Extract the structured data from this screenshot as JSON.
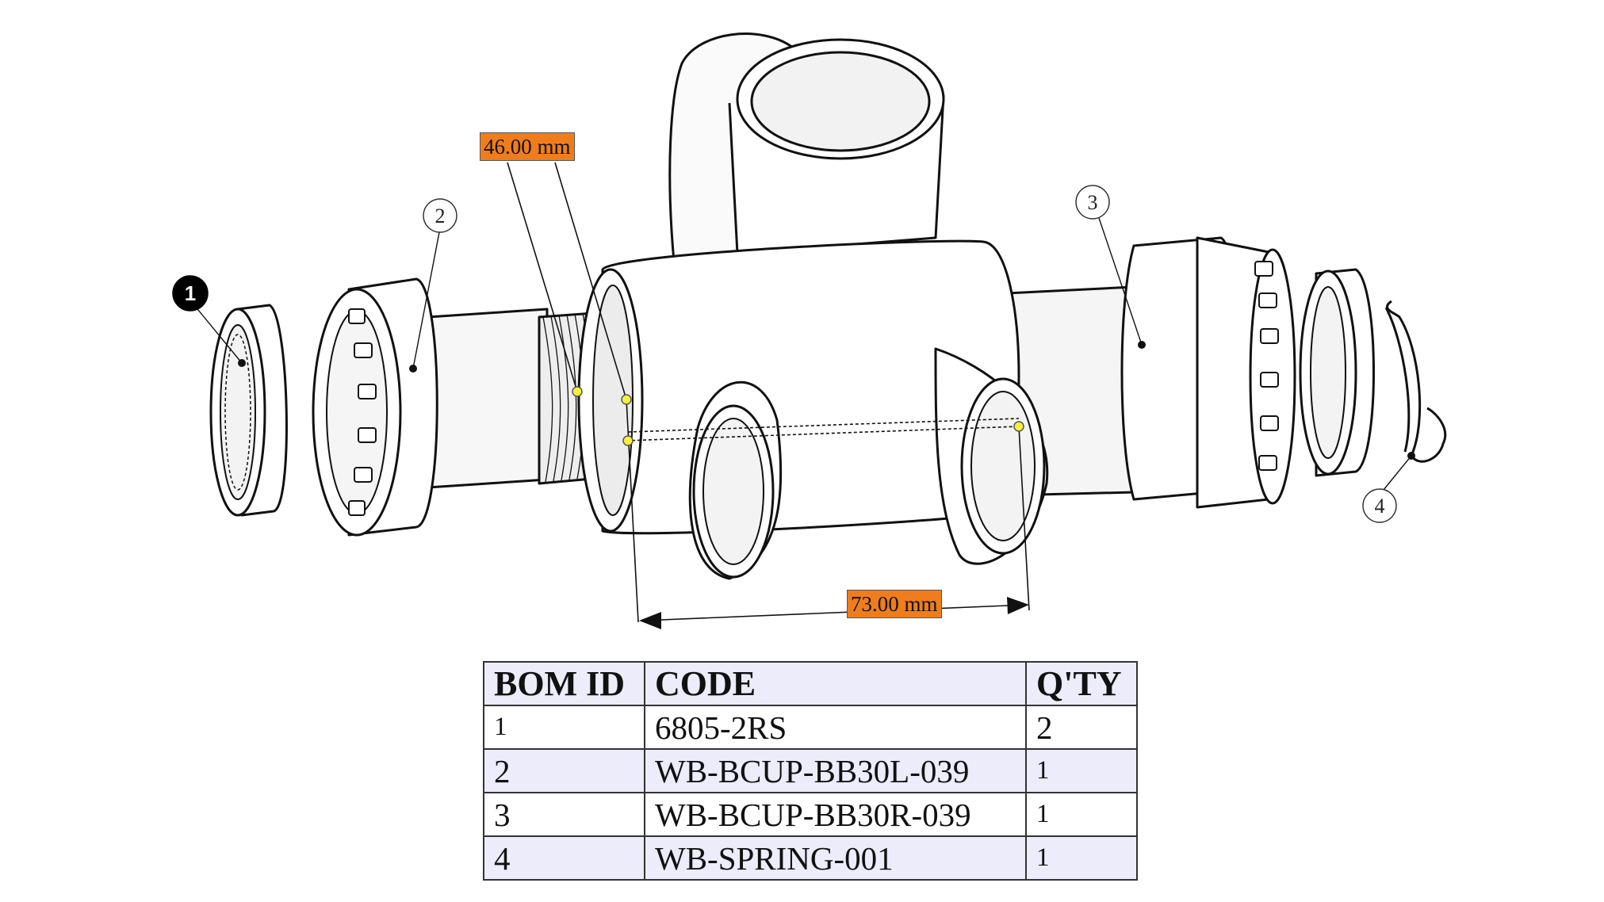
{
  "callouts": {
    "c1": "1",
    "c2": "2",
    "c3": "3",
    "c4": "4"
  },
  "dimensions": {
    "thread_width": "46.00 mm",
    "shell_width": "73.00 mm"
  },
  "colors": {
    "dimension_label_bg": "#f07d1c",
    "table_header_bg": "#ececfb",
    "point_marker": "#f7ef3c"
  },
  "bom": {
    "headers": [
      "BOM ID",
      "CODE",
      "Q'TY"
    ],
    "rows": [
      {
        "id": "1",
        "code": "6805-2RS",
        "qty": "2"
      },
      {
        "id": "2",
        "code": "WB-BCUP-BB30L-039",
        "qty": "1"
      },
      {
        "id": "3",
        "code": "WB-BCUP-BB30R-039",
        "qty": "1"
      },
      {
        "id": "4",
        "code": "WB-SPRING-001",
        "qty": "1"
      }
    ]
  }
}
